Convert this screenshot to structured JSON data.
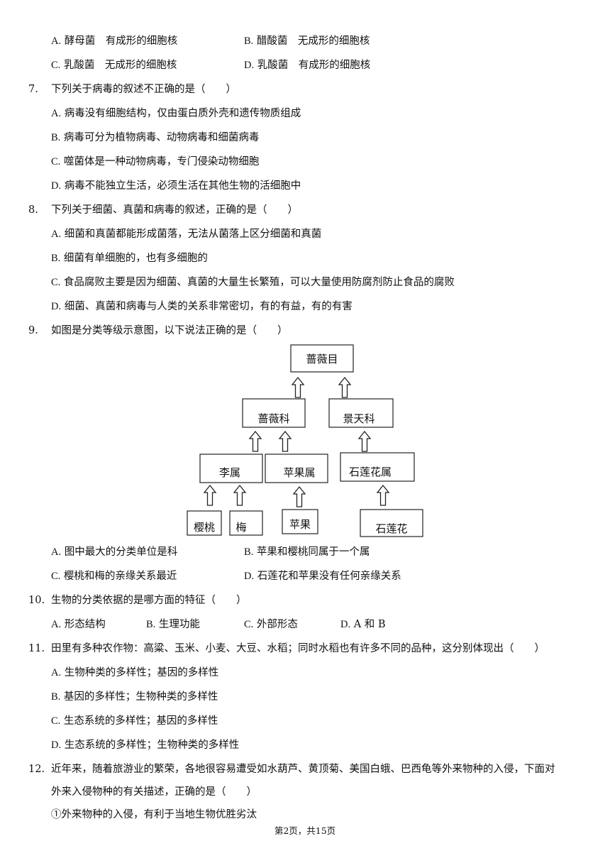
{
  "q6": {
    "options": [
      {
        "letter": "A.",
        "text": "酵母菌　有成形的细胞核"
      },
      {
        "letter": "B.",
        "text": "醋酸菌　无成形的细胞核"
      },
      {
        "letter": "C.",
        "text": "乳酸菌　无成形的细胞核"
      },
      {
        "letter": "D.",
        "text": "乳酸菌　有成形的细胞核"
      }
    ]
  },
  "q7": {
    "number": "7.",
    "stem": "下列关于病毒的叙述不正确的是（　　）",
    "options": [
      {
        "letter": "A.",
        "text": "病毒没有细胞结构，仅由蛋白质外壳和遗传物质组成"
      },
      {
        "letter": "B.",
        "text": "病毒可分为植物病毒、动物病毒和细菌病毒"
      },
      {
        "letter": "C.",
        "text": "噬菌体是一种动物病毒，专门侵染动物细胞"
      },
      {
        "letter": "D.",
        "text": "病毒不能独立生活，必须生活在其他生物的活细胞中"
      }
    ]
  },
  "q8": {
    "number": "8.",
    "stem": "下列关于细菌、真菌和病毒的叙述，正确的是（　　）",
    "options": [
      {
        "letter": "A.",
        "text": "细菌和真菌都能形成菌落，无法从菌落上区分细菌和真菌"
      },
      {
        "letter": "B.",
        "text": "细菌有单细胞的，也有多细胞的"
      },
      {
        "letter": "C.",
        "text": "食品腐败主要是因为细菌、真菌的大量生长繁殖，可以大量使用防腐剂防止食品的腐败"
      },
      {
        "letter": "D.",
        "text": "细菌、真菌和病毒与人类的关系非常密切，有的有益，有的有害"
      }
    ]
  },
  "q9": {
    "number": "9.",
    "stem": "如图是分类等级示意图，以下说法正确的是（　　）",
    "diagram": {
      "order": "蔷薇目",
      "family1": "蔷薇科",
      "family2": "景天科",
      "genus1": "李属",
      "genus2": "苹果属",
      "genus3": "石莲花属",
      "species1": "樱桃",
      "species2": "梅",
      "species3": "苹果",
      "species4": "石莲花"
    },
    "options": [
      {
        "letter": "A.",
        "text": "图中最大的分类单位是科"
      },
      {
        "letter": "B.",
        "text": "苹果和樱桃同属于一个属"
      },
      {
        "letter": "C.",
        "text": "樱桃和梅的亲缘关系最近"
      },
      {
        "letter": "D.",
        "text": "石莲花和苹果没有任何亲缘关系"
      }
    ]
  },
  "q10": {
    "number": "10.",
    "stem": "生物的分类依据的是哪方面的特征（　　）",
    "options": [
      {
        "letter": "A.",
        "text": "形态结构"
      },
      {
        "letter": "B.",
        "text": "生理功能"
      },
      {
        "letter": "C.",
        "text": "外部形态"
      },
      {
        "letter": "D.",
        "text": "A 和 B"
      }
    ]
  },
  "q11": {
    "number": "11.",
    "stem": "田里有多种农作物：高粱、玉米、小麦、大豆、水稻；同时水稻也有许多不同的品种，这分别体现出（　　）",
    "options": [
      {
        "letter": "A.",
        "text": "生物种类的多样性；基因的多样性"
      },
      {
        "letter": "B.",
        "text": "基因的多样性；生物种类的多样性"
      },
      {
        "letter": "C.",
        "text": "生态系统的多样性；基因的多样性"
      },
      {
        "letter": "D.",
        "text": "生态系统的多样性；生物种类的多样性"
      }
    ]
  },
  "q12": {
    "number": "12.",
    "stem_line1": "近年来，随着旅游业的繁荣，各地很容易遭受如水葫芦、黄顶菊、美国白蛾、巴西龟等外来物种的入侵，下面对",
    "stem_line2": "外来入侵物种的有关描述，正确的是（　　）",
    "item1": "①外来物种的入侵，有利于当地生物优胜劣汰"
  },
  "footer": "第2页，共15页"
}
